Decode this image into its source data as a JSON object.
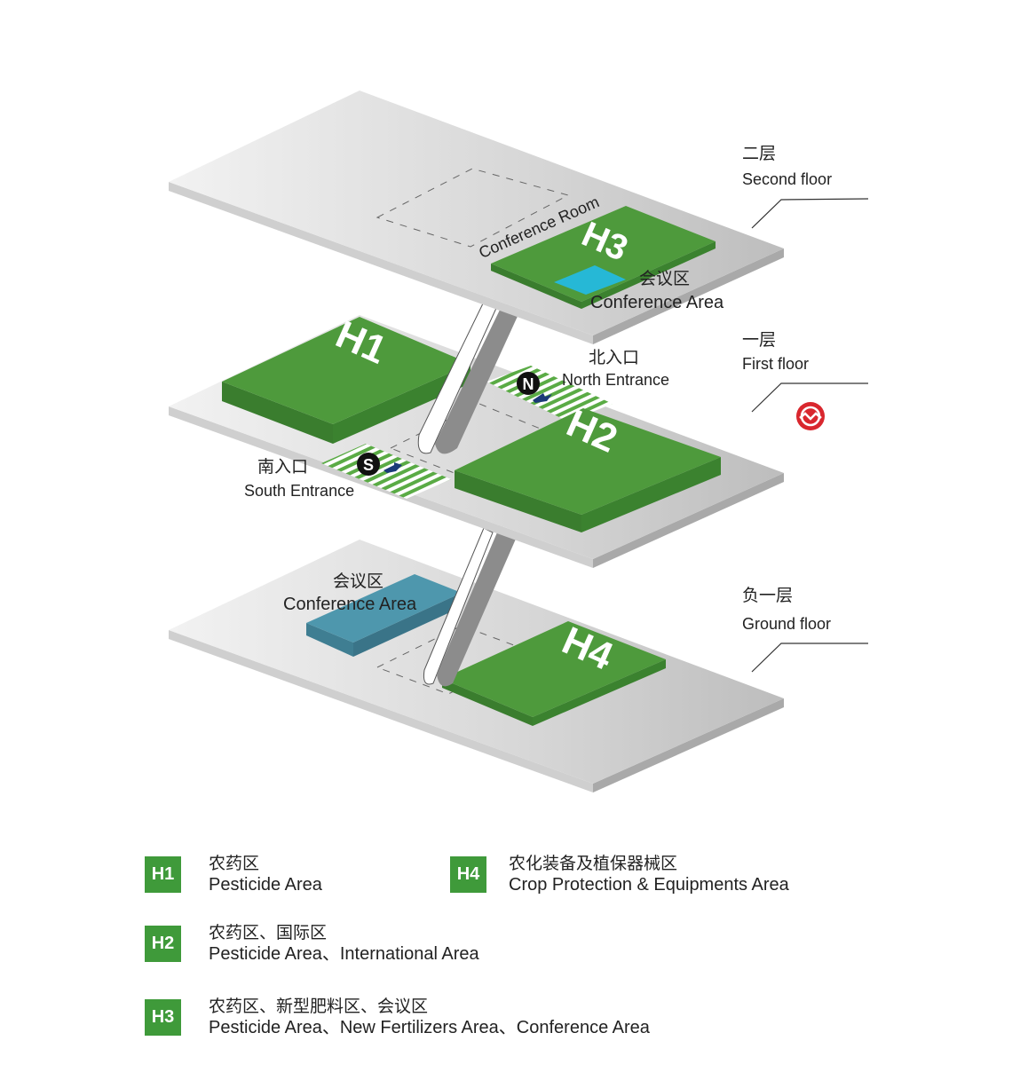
{
  "floors": {
    "second": {
      "cn": "二层",
      "en": "Second floor"
    },
    "first": {
      "cn": "一层",
      "en": "First floor"
    },
    "ground": {
      "cn": "负一层",
      "en": "Ground floor"
    }
  },
  "halls": {
    "h1": "H1",
    "h2": "H2",
    "h3": "H3",
    "h4": "H4"
  },
  "map_labels": {
    "conference_room": "Conference Room",
    "conference_area_top_cn": "会议区",
    "conference_area_top_en": "Conference Area",
    "north_entrance_cn": "北入口",
    "north_entrance_en": "North Entrance",
    "north_marker": "N",
    "south_entrance_cn": "南入口",
    "south_entrance_en": "South Entrance",
    "south_marker": "S",
    "conference_area_ground_cn": "会议区",
    "conference_area_ground_en": "Conference Area"
  },
  "icons": {
    "metro": "metro-icon"
  },
  "colors": {
    "hall_green": "#4e9a3c",
    "conference_blue": "#4e97ad",
    "conference_cyan": "#26b8d6",
    "metro_red": "#d9272e"
  },
  "legend": [
    {
      "code": "H1",
      "cn": "农药区",
      "en": "Pesticide Area"
    },
    {
      "code": "H2",
      "cn": "农药区、国际区",
      "en": "Pesticide Area、International Area"
    },
    {
      "code": "H3",
      "cn": "农药区、新型肥料区、会议区",
      "en": "Pesticide Area、New Fertilizers Area、Conference Area"
    },
    {
      "code": "H4",
      "cn": "农化装备及植保器械区",
      "en": "Crop Protection & Equipments Area"
    }
  ]
}
